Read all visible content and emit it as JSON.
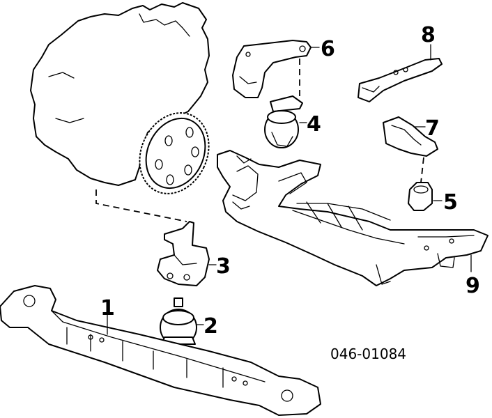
{
  "callouts": [
    {
      "id": "1",
      "text": "1"
    },
    {
      "id": "2",
      "text": "2"
    },
    {
      "id": "3",
      "text": "3"
    },
    {
      "id": "4",
      "text": "4"
    },
    {
      "id": "5",
      "text": "5"
    },
    {
      "id": "6",
      "text": "6"
    },
    {
      "id": "7",
      "text": "7"
    },
    {
      "id": "8",
      "text": "8"
    },
    {
      "id": "9",
      "text": "9"
    }
  ],
  "diagram_code": "046-01084"
}
